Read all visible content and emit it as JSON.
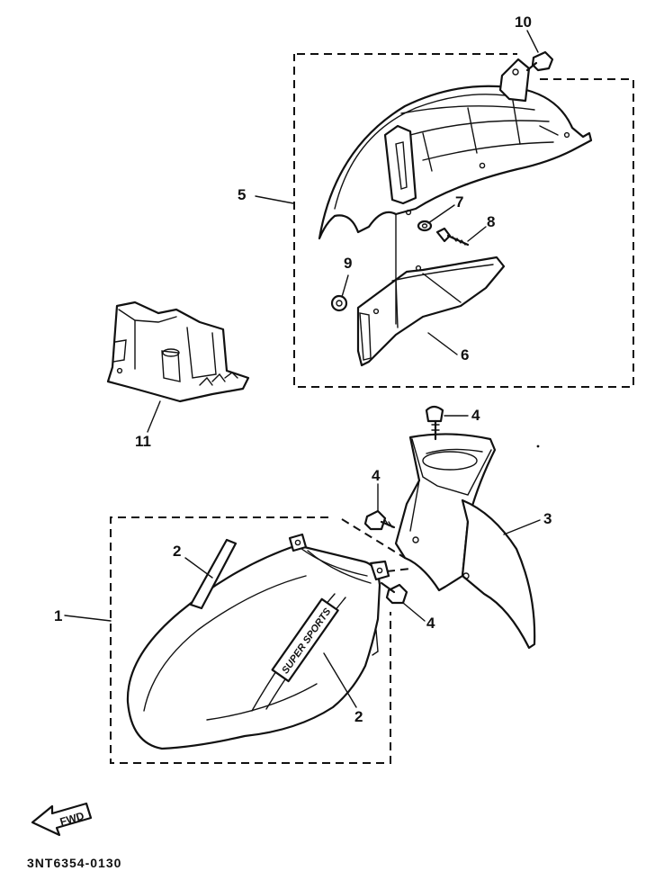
{
  "callouts": {
    "c1": "1",
    "c2a": "2",
    "c2b": "2",
    "c3": "3",
    "c4a": "4",
    "c4b": "4",
    "c4c": "4",
    "c5": "5",
    "c6": "6",
    "c7": "7",
    "c8": "8",
    "c9": "9",
    "c10": "10",
    "c11": "11"
  },
  "labels": {
    "decal_text": "SUPER SPORTS",
    "fwd_text": "FWD",
    "drawing_code": "3NT6354-0130"
  }
}
